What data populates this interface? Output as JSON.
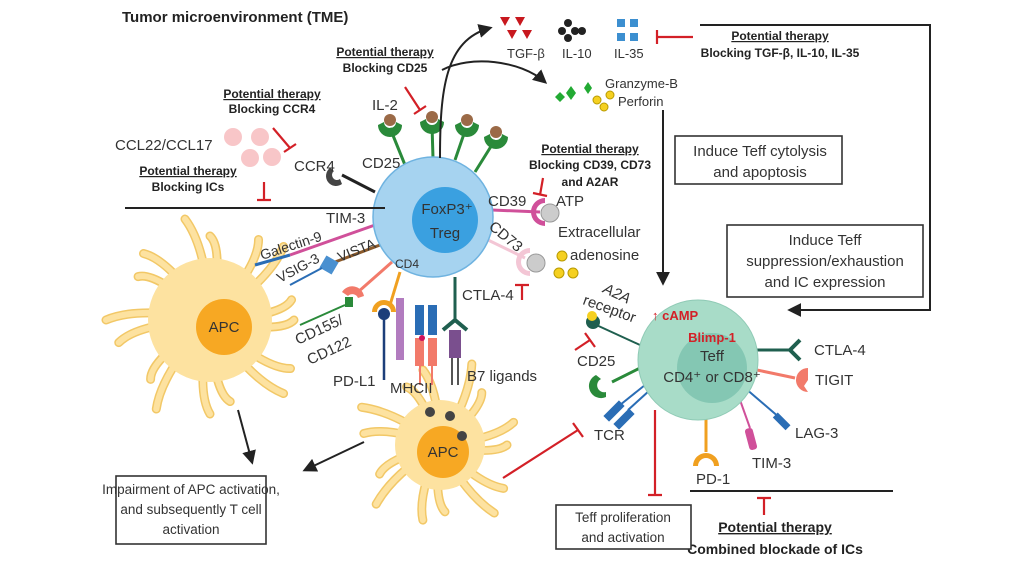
{
  "title": "Tumor microenvironment (TME)",
  "treg": {
    "line1": "FoxP3⁺",
    "line2": "Treg"
  },
  "teff": {
    "camp": "↑ cAMP",
    "blimp": "Blimp-1",
    "line1": "Teff",
    "line2": "CD4⁺ or CD8⁺"
  },
  "apc_label": "APC",
  "cytokines": {
    "tgf": "TGF-β",
    "il10": "IL-10",
    "il35": "IL-35",
    "granzyme": "Granzyme-B",
    "perforin": "Perforin"
  },
  "treg_markers": {
    "il2": "IL-2",
    "cd25": "CD25",
    "ccr4": "CCR4",
    "ccl": "CCL22/CCL17",
    "cd39": "CD39",
    "atp": "ATP",
    "cd73": "CD73",
    "adenosine1": "Extracellular",
    "adenosine2": "adenosine",
    "tim3": "TIM-3",
    "galectin": "Galectin-9",
    "vsig3": "VSIG-3",
    "vista": "VISTA",
    "cd4": "CD4",
    "cd155a": "CD155/",
    "cd155b": "CD122",
    "pdl1": "PD-L1",
    "mhcii": "MHCII",
    "ctla4": "CTLA-4",
    "b7": "B7 ligands"
  },
  "teff_markers": {
    "a2a1": "A2A",
    "a2a2": "receptor",
    "cd25": "CD25",
    "tcr": "TCR",
    "ctla4": "CTLA-4",
    "tigit": "TIGIT",
    "lag3": "LAG-3",
    "tim3": "TIM-3",
    "pd1": "PD-1"
  },
  "therapies": [
    {
      "heading": "Potential therapy",
      "text": "Blocking CD25"
    },
    {
      "heading": "Potential therapy",
      "text": "Blocking CCR4"
    },
    {
      "heading": "Potential therapy",
      "text": "Blocking ICs"
    },
    {
      "heading": "Potential therapy",
      "text": "Blocking TGF-β, IL-10, IL-35"
    },
    {
      "heading": "Potential therapy",
      "text1": "Blocking CD39, CD73",
      "text2": "and A2AR"
    },
    {
      "heading": "Potential therapy",
      "text": "Combined blockade of ICs"
    }
  ],
  "boxes": {
    "cytolysis": [
      "Induce Teff cytolysis",
      "and apoptosis"
    ],
    "suppression": [
      "Induce Teff",
      "suppression/exhaustion",
      "and IC expression"
    ],
    "impairment": [
      "Impairment of APC activation,",
      "and subsequently T cell",
      "activation"
    ],
    "proliferation": [
      "Teff proliferation",
      "and activation"
    ]
  },
  "colors": {
    "treg": "#a6d3f0",
    "treg_nucleus": "#3aa0e0",
    "teff": "#a8dcc8",
    "teff_nucleus": "#84c7b3",
    "apc": "#fde2a0",
    "apc_nucleus": "#f7a823",
    "inhibit": "#d32027"
  }
}
